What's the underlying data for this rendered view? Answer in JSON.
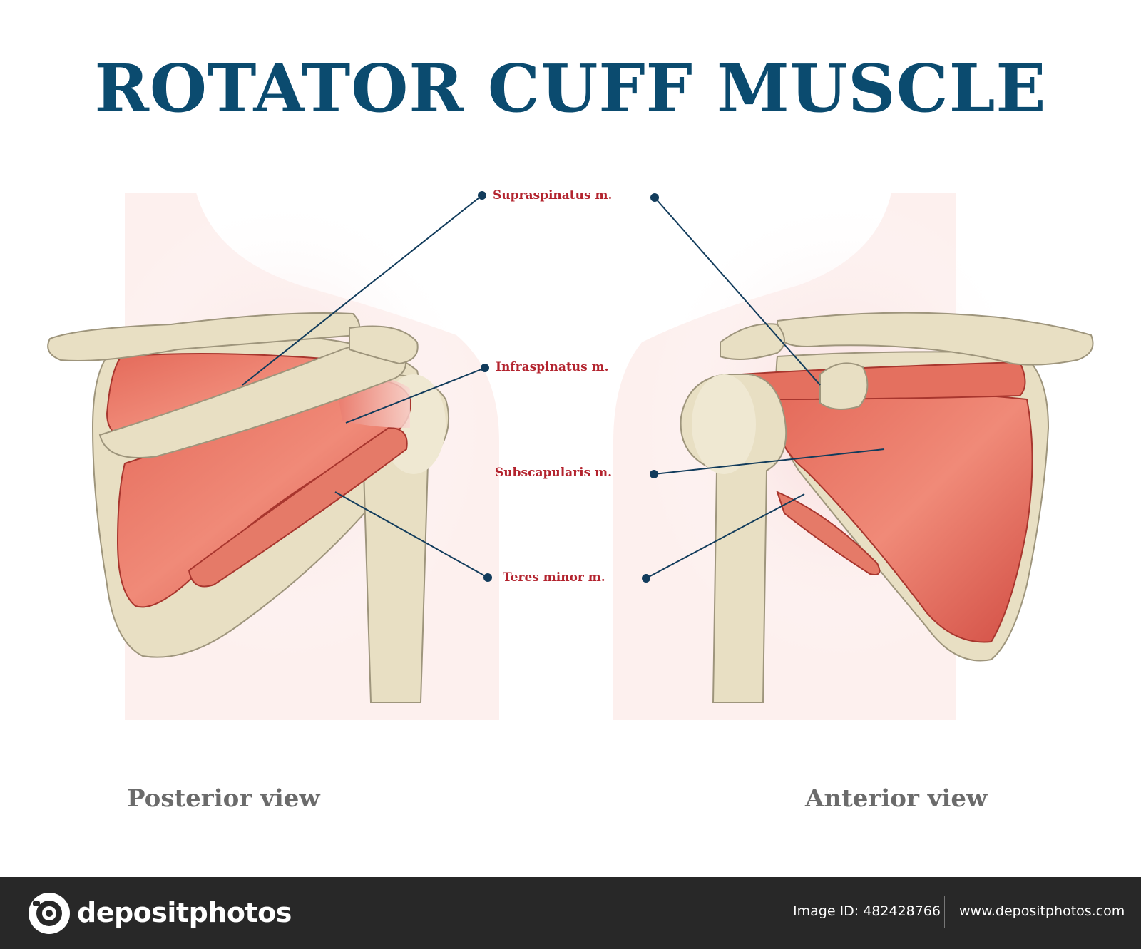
{
  "title": "ROTATOR CUFF MUSCLE",
  "views": {
    "posterior": "Posterior view",
    "anterior": "Anterior view"
  },
  "muscles": {
    "supraspinatus": "Supraspinatus m.",
    "infraspinatus": "Infraspinatus m.",
    "subscapularis": "Subscapularis m.",
    "teres_minor": "Teres minor m."
  },
  "footer": {
    "brand": "depositphotos",
    "image_id": "Image ID: 482428766",
    "site": "www.depositphotos.com"
  },
  "colors": {
    "title": "#0b4b6f",
    "label_text": "#b3232e",
    "leader_line": "#123c5c",
    "bone": "#e8dfc3",
    "muscle": "#d9564a",
    "footer_bg": "#282828"
  }
}
